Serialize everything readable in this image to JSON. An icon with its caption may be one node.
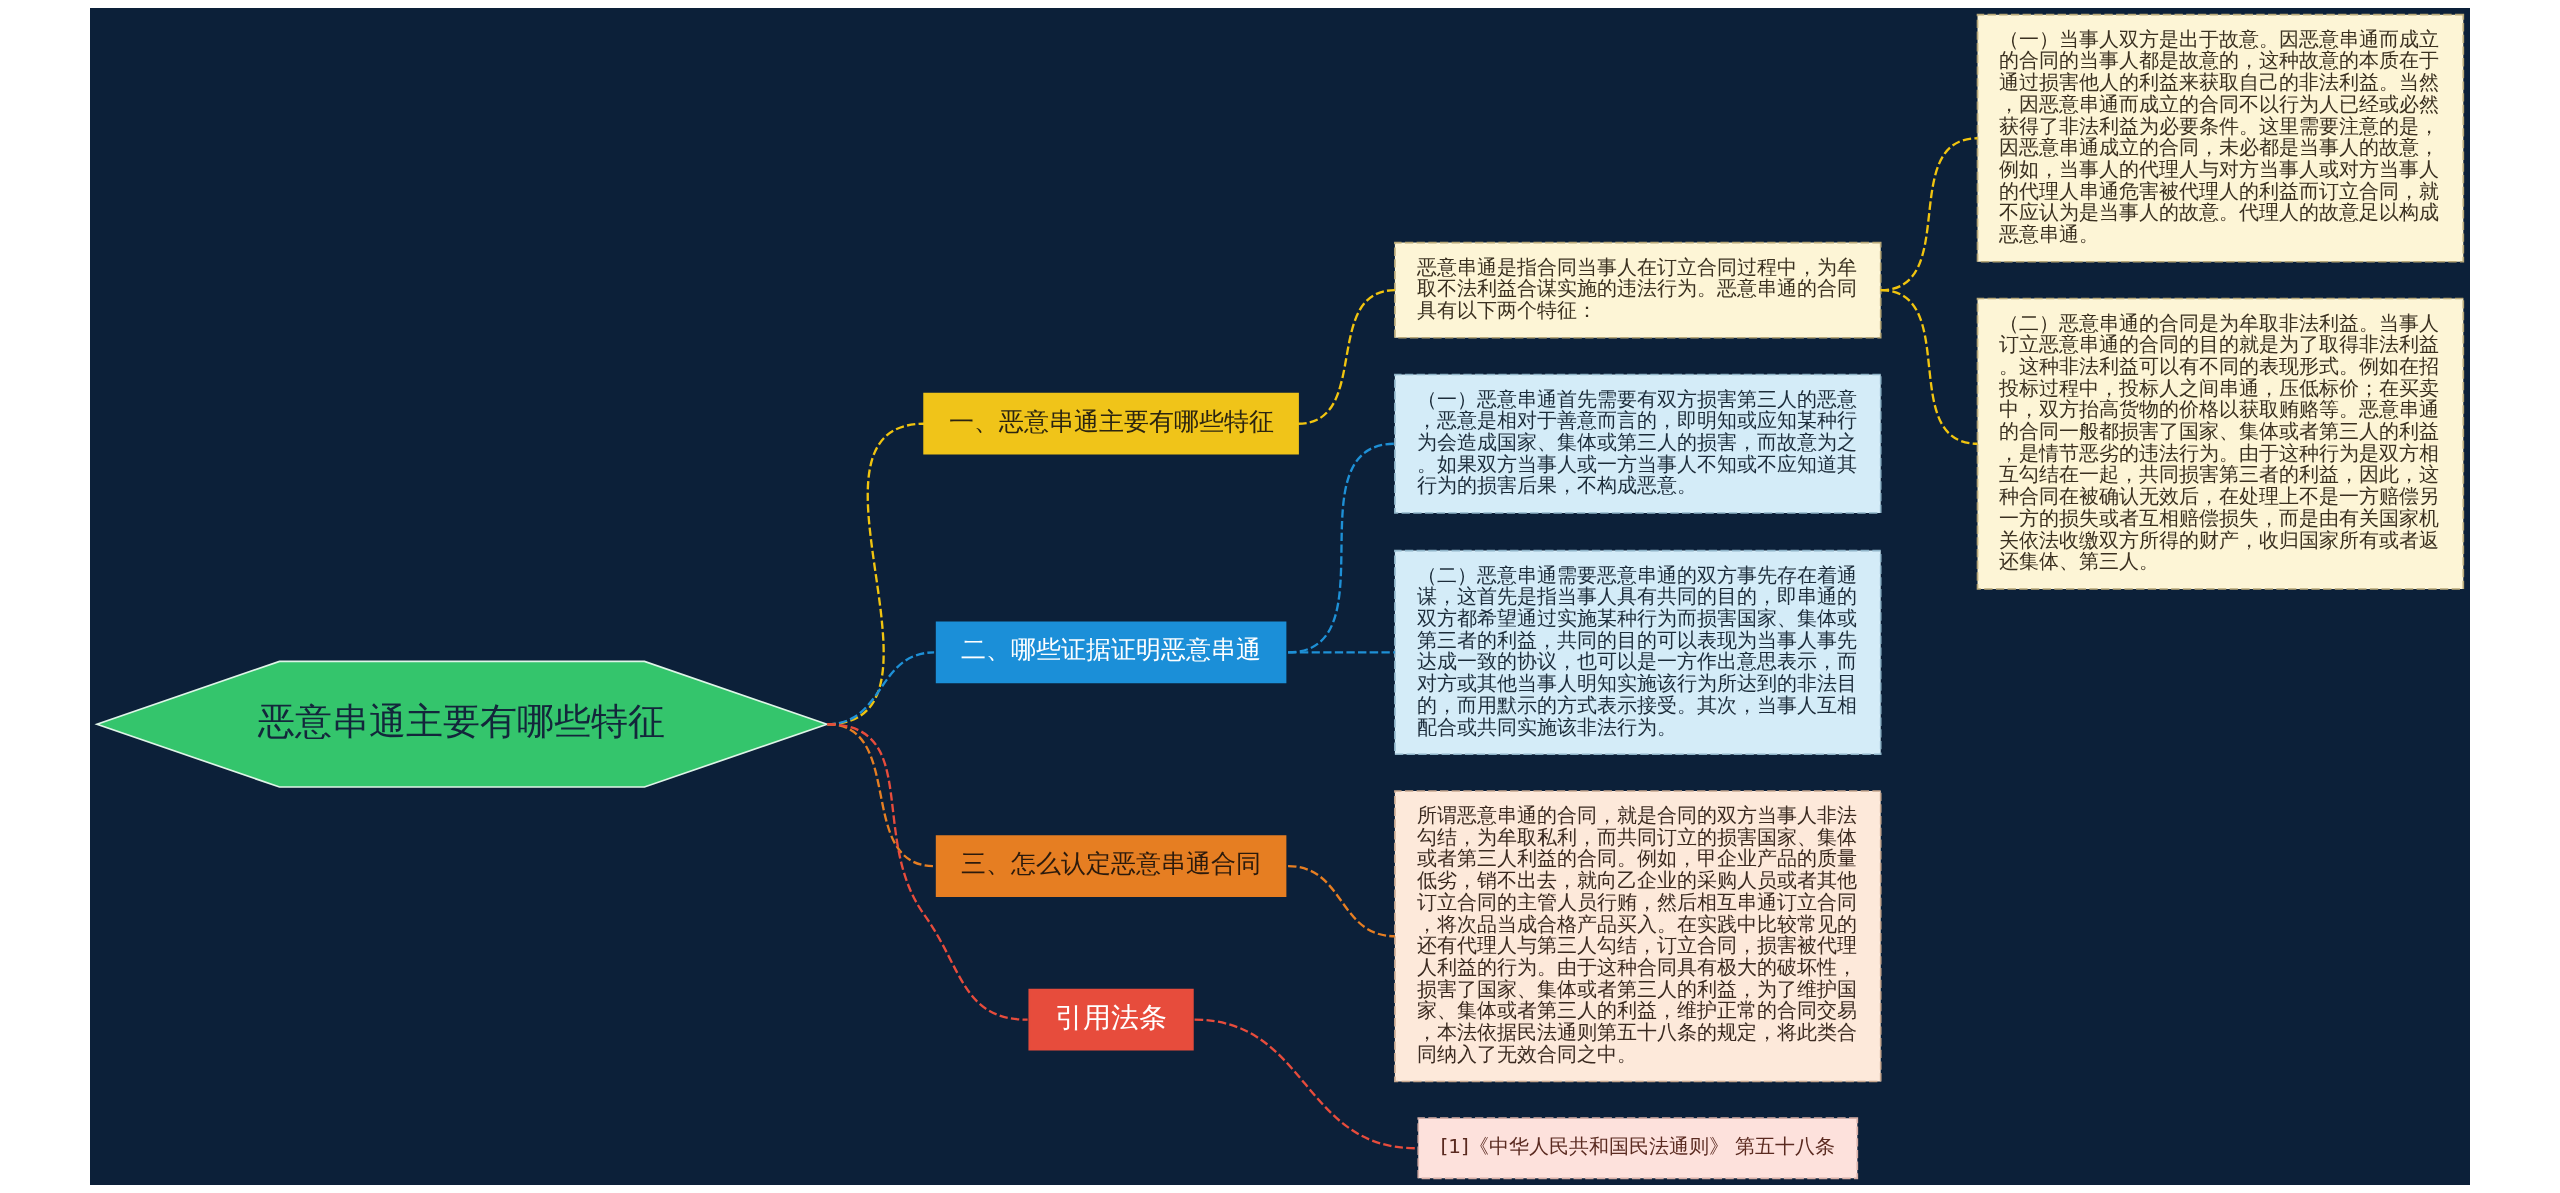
{
  "diagram": {
    "nodes": [
      {
        "text": [
          "恶意串通主要有哪些特征"
        ]
      },
      {
        "text": [
          "一、恶意串通主要有哪些特征"
        ]
      },
      {
        "text": [
          "恶意串通是指合同当事人在订立合同过程中，为牟取不法利益合谋实施的违法行为。恶意串通的合同具有以下两个特征："
        ]
      },
      {
        "text": [
          "（一）当事人双方是出于故意。因恶意串通而成立的合同的当事人都是故意的，这种故意的本质在于通过损害他人的利益来获取自己的非法利益。当然，因恶意串通而成立的合同不以行为人已经或必然获得了非法利益为必要条件。这里需要注意的是，因恶意串通成立的合同，未必都是当事人的故意，例如，当事人的代理人与对方当事人或对方当事人的代理人串通危害被代理人的利益而订立合同，就不应认为是当事人的故意。代理人的故意足以构成恶意串通。"
        ]
      },
      {
        "text": [
          "（二）恶意串通的合同是为牟取非法利益。当事人订立恶意串通的合同的目的就是为了取得非法利益。这种非法利益可以有不同的表现形式。例如在招投标过程中，投标人之间串通，压低标价；在买卖中，双方抬高货物的价格以获取贿赂等。恶意串通的合同一般都损害了国家、集体或者第三人的利益，是情节恶劣的违法行为。由于这种行为是双方相互勾结在一起，共同损害第三者的利益，因此，这种合同在被确认无效后，在处理上不是一方赔偿另一方的损失或者互相赔偿损失，而是由有关国家机关依法收缴双方所得的财产，收归国家所有或者返还集体、第三人。"
        ]
      },
      {
        "text": [
          "二、哪些证据证明恶意串通"
        ]
      },
      {
        "text": [
          "（一）恶意串通首先需要有双方损害第三人的恶意，恶意是相对于善意而言的，即明知或应知某种行为会造成国家、集体或第三人的损害，而故意为之。如果双方当事人或一方当事人不知或不应知道其行为的损害后果，不构成恶意。"
        ]
      },
      {
        "text": [
          "（二）恶意串通需要恶意串通的双方事先存在着通谋，这首先是指当事人具有共同的目的，即串通的双方都希望通过实施某种行为而损害国家、集体或第三者的利益，共同的目的可以表现为当事人事先达成一致的协议，也可以是一方作出意思表示，而对方或其他当事人明知实施该行为所达到的非法目的，而用默示的方式表示接受。其次，当事人互相配合或共同实施该非法行为。"
        ]
      },
      {
        "text": [
          "三、怎么认定恶意串通合同"
        ]
      },
      {
        "text": [
          "所谓恶意串通的合同，就是合同的双方当事人非法勾结，为牟取私利，而共同订立的损害国家、集体或者第三人利益的合同。例如，甲企业产品的质量低劣，销不出去，就向乙企业的采购人员或者其他订立合同的主管人员行贿，然后相互串通订立合同，将次品当成合格产品买入。在实践中比较常见的还有代理人与第三人勾结，订立合同，损害被代理人利益的行为。由于这种合同具有极大的破坏性，损害了国家、集体或者第三人的利益，为了维护国家、集体或者第三人的利益，维护正常的合同交易，本法依据民法通则第五十八条的规定，将此类合同纳入了无效合同之中。"
        ]
      },
      {
        "text": [
          "引用法条"
        ]
      },
      {
        "text": [
          "[1]《中华人民共和国民法通则》 第五十八条"
        ]
      }
    ],
    "edges": [
      {
        "from": 0,
        "to": 1,
        "arrow": "none",
        "style": "dashed",
        "color": "#f1c40f"
      },
      {
        "from": 1,
        "to": 2,
        "arrow": "none",
        "style": "dashed",
        "color": "#f1c40f"
      },
      {
        "from": 2,
        "to": 3,
        "arrow": "none",
        "style": "dashed",
        "color": "#f1c40f"
      },
      {
        "from": 2,
        "to": 4,
        "arrow": "none",
        "style": "dashed",
        "color": "#f1c40f"
      },
      {
        "from": 0,
        "to": 5,
        "arrow": "none",
        "style": "dashed",
        "color": "#1e90d6"
      },
      {
        "from": 5,
        "to": 6,
        "arrow": "none",
        "style": "dashed",
        "color": "#1e90d6"
      },
      {
        "from": 5,
        "to": 7,
        "arrow": "none",
        "style": "dashed",
        "color": "#1e90d6"
      },
      {
        "from": 0,
        "to": 8,
        "arrow": "none",
        "style": "dashed",
        "color": "#e67e22"
      },
      {
        "from": 8,
        "to": 9,
        "arrow": "none",
        "style": "dashed",
        "color": "#e67e22"
      },
      {
        "from": 0,
        "to": 10,
        "arrow": "none",
        "style": "dashed",
        "color": "#e74c3c"
      },
      {
        "from": 10,
        "to": 11,
        "arrow": "none",
        "style": "dashed",
        "color": "#e74c3c"
      }
    ]
  }
}
